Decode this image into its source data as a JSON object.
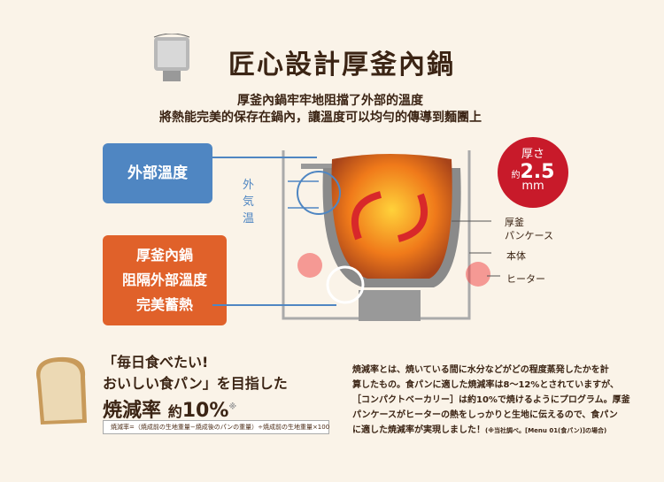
{
  "title": "匠心設計厚釜內鍋",
  "subtitle": [
    "厚釜內鍋牢牢地阻擋了外部的溫度",
    "將熱能完美的保存在鍋內，讓溫度可以均勻的傳導到麵團上"
  ],
  "blue_box": "外部溫度",
  "orange_box": [
    "厚釜內鍋",
    "阻隔外部溫度",
    "完美蓄熱"
  ],
  "outside_air": [
    "外",
    "気",
    "温"
  ],
  "labels": {
    "pan_case": "厚釜",
    "pan_case2": "パンケース",
    "body": "本体",
    "heater": "ヒーター"
  },
  "badge": {
    "top": "厚さ",
    "prefix": "約",
    "value": "2.5",
    "unit": "mm"
  },
  "catch": [
    "「毎日食べたい!",
    "おいしい食パン」を目指した"
  ],
  "rate": {
    "label": "焼減率",
    "prefix": "約",
    "value": "10%",
    "mark": "※"
  },
  "formula": "焼減率=（焼成前の生地重量−焼成後のパンの重量）÷焼成前の生地重量×100",
  "description": [
    "焼減率とは、焼いている間に水分などがどの程度蒸発したかを計",
    "算したもの。食パンに適した焼減率は8～12%とされていますが、",
    "［コンパクトベーカリー］は約10%で焼けるようにプログラム。厚釜",
    "パンケースがヒーターの熱をしっかりと生地に伝えるので、食パン",
    "に適した焼減率が実現しました！"
  ],
  "note": "(※当社調べ。[Menu 01(食パン)]の場合)",
  "colors": {
    "blue": "#4f86c2",
    "orange": "#e0612a",
    "red": "#c81a2a"
  }
}
